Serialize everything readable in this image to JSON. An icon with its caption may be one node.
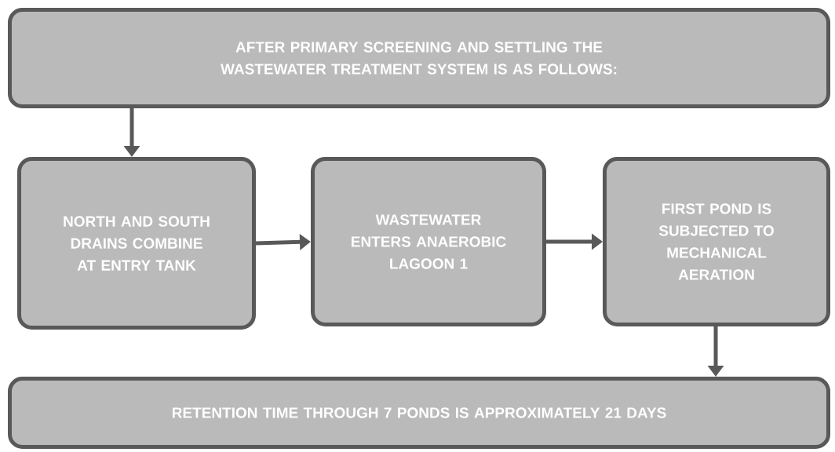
{
  "diagram": {
    "nodes": [
      {
        "text": [
          "AFTER PRIMARY SCREENING AND SETTLING THE WASTEWATER TREATMENT SYSTEM IS AS FOLLOWS:"
        ]
      },
      {
        "text": [
          "NORTH AND SOUTH DRAINS COMBINE AT ENTRY TANK"
        ]
      },
      {
        "text": [
          "WASTEWATER ENTERS ANAEROBIC LAGOON 1"
        ]
      },
      {
        "text": [
          "FIRST POND IS SUBJECTED TO MECHANICAL AERATION"
        ]
      },
      {
        "text": [
          "RETENTION TIME THROUGH 7 PONDS IS APPROXIMATELY 21 DAYS"
        ]
      }
    ],
    "edges": [
      {
        "from": 0,
        "to": 1,
        "arrow": "to"
      },
      {
        "from": 1,
        "to": 2,
        "arrow": "to"
      },
      {
        "from": 2,
        "to": 3,
        "arrow": "to"
      },
      {
        "from": 3,
        "to": 4,
        "arrow": "to"
      }
    ]
  }
}
